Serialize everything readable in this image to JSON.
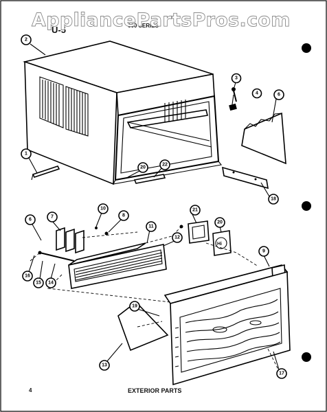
{
  "watermark": "AppliancePartsPros.com",
  "header": {
    "figure_code": "U-5",
    "model_series": "600 SERIES"
  },
  "footer": {
    "page_number": "4",
    "caption": "EXTERIOR PARTS"
  },
  "callouts": [
    {
      "id": "c-2",
      "label": "2"
    },
    {
      "id": "c-3",
      "label": "3"
    },
    {
      "id": "c-4",
      "label": "4"
    },
    {
      "id": "c-6a",
      "label": "6"
    },
    {
      "id": "c-1",
      "label": "1"
    },
    {
      "id": "c-20",
      "label": "20"
    },
    {
      "id": "c-22",
      "label": "22"
    },
    {
      "id": "c-18a",
      "label": "18"
    },
    {
      "id": "c-6b",
      "label": "6"
    },
    {
      "id": "c-7",
      "label": "7"
    },
    {
      "id": "c-10",
      "label": "10"
    },
    {
      "id": "c-8a",
      "label": "8"
    },
    {
      "id": "c-11",
      "label": "11"
    },
    {
      "id": "c-21",
      "label": "21"
    },
    {
      "id": "c-20b",
      "label": "20"
    },
    {
      "id": "c-12",
      "label": "12"
    },
    {
      "id": "c-16",
      "label": "16"
    },
    {
      "id": "c-15",
      "label": "15"
    },
    {
      "id": "c-14",
      "label": "14"
    },
    {
      "id": "c-9",
      "label": "9"
    },
    {
      "id": "c-19",
      "label": "19"
    },
    {
      "id": "c-13",
      "label": "13"
    },
    {
      "id": "c-17",
      "label": "17"
    }
  ],
  "nameplate_text": "Hi"
}
